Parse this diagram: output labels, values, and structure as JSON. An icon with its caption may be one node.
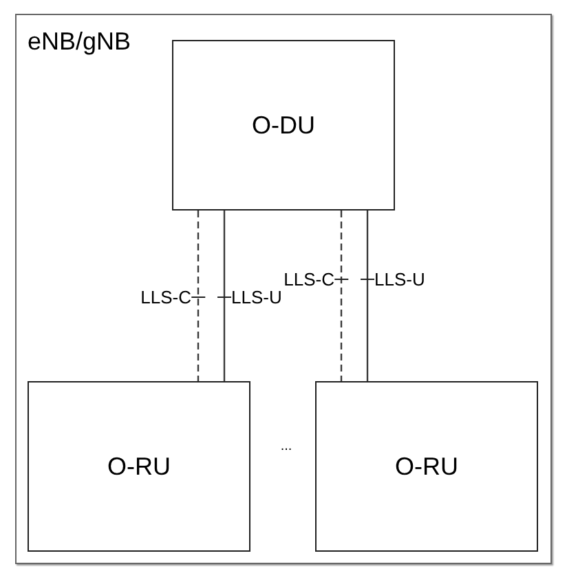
{
  "diagram": {
    "nodes": [
      {
        "text": [
          "eNB/gNB"
        ]
      },
      {
        "text": [
          "O-DU"
        ],
        "in": 0
      },
      {
        "text": [
          "O-RU"
        ],
        "in": 0
      },
      {
        "text": [
          "O-RU"
        ],
        "in": 0
      }
    ],
    "edges": [
      {
        "from": 1,
        "to": 2,
        "arrow": "none",
        "style": "dashed",
        "label": "LLS-C"
      },
      {
        "from": 1,
        "to": 2,
        "arrow": "none",
        "label": "LLS-U"
      },
      {
        "from": 1,
        "to": 3,
        "arrow": "none",
        "style": "dashed",
        "label": "LLS-C"
      },
      {
        "from": 1,
        "to": 3,
        "arrow": "none",
        "label": "LLS-U"
      }
    ],
    "labels": [
      "..."
    ]
  }
}
